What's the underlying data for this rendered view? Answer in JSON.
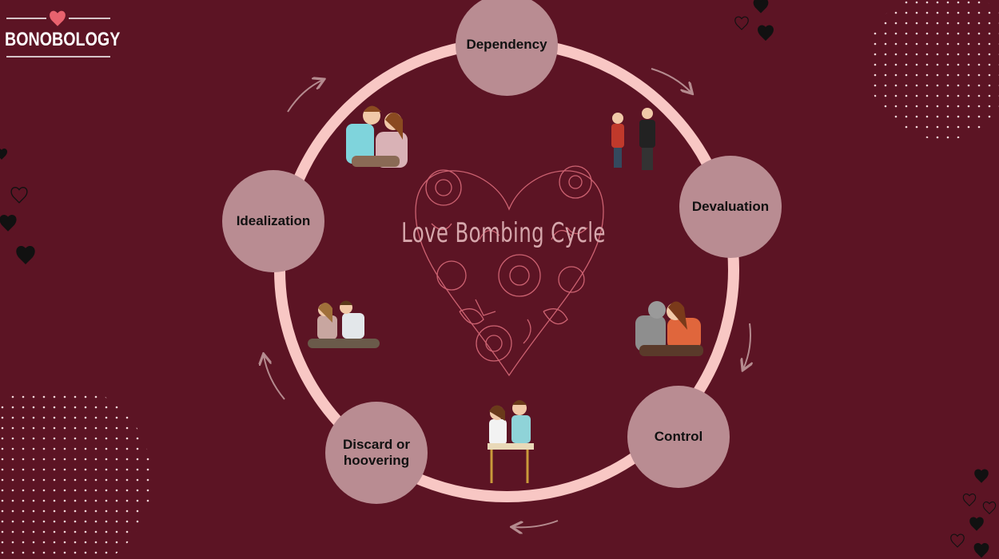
{
  "brand": {
    "name": "BONOBOLOGY"
  },
  "diagram": {
    "title": "Love Bombing Cycle",
    "stages": [
      {
        "id": "dependency",
        "label": "Dependency"
      },
      {
        "id": "devaluation",
        "label": "Devaluation"
      },
      {
        "id": "control",
        "label": "Control"
      },
      {
        "id": "discard",
        "label": "Discard or\nhoovering"
      },
      {
        "id": "idealization",
        "label": "Idealization"
      }
    ],
    "flow": "clockwise"
  },
  "colors": {
    "background": "#5c1424",
    "ring": "#f8c7c4",
    "node": "#b98c92",
    "title": "#d6a7ac",
    "arrow": "#b58b8f",
    "heart_outline": "#d96b7a",
    "logo_heart": "#e8626e"
  },
  "icons": [
    "heart-logo-icon",
    "floral-heart-icon",
    "couple-illustration-icon",
    "small-heart-icon",
    "dot-pattern-icon",
    "curved-arrow-icon"
  ]
}
